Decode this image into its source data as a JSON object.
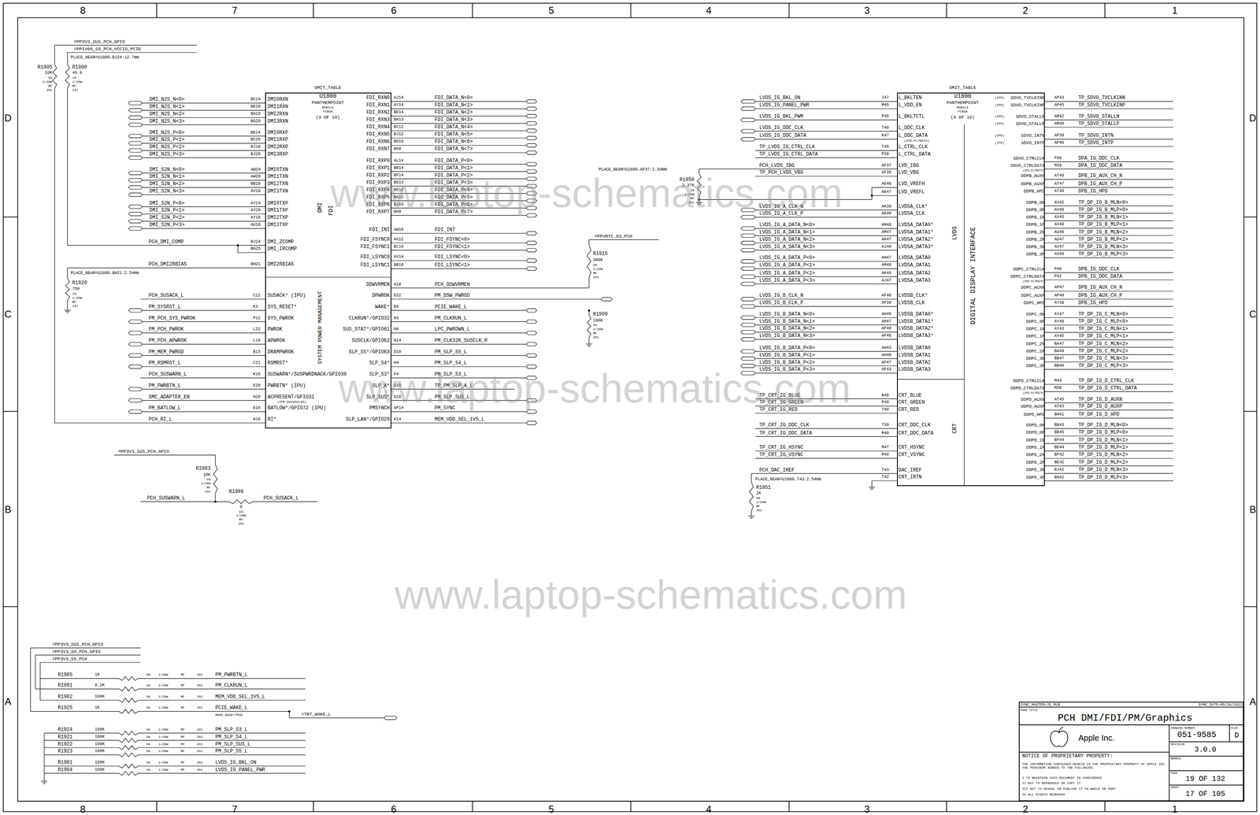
{
  "diagram": {
    "nodes": [
      {
        "text": [
          "OMIT_TABLE",
          "U1800",
          "PANTHERPOINT",
          "MOBILE",
          "FCBGA",
          "(3 OF 10)",
          "DMI",
          "FDI",
          "SYSTEM POWER MANAGEMENT",
          "DMI0RXN",
          "DMI1RXN",
          "DMI2RXN",
          "DMI3RXN",
          "DMI0RXP",
          "DMI1RXP",
          "DMI2RXP",
          "DMI3RXP",
          "DMI0TXN",
          "DMI1TXN",
          "DMI2TXN",
          "DMI3TXN",
          "DMI0TXP",
          "DMI1TXP",
          "DMI2TXP",
          "DMI3TXP",
          "DMI_ZCOMP",
          "DMI_IRCOMP",
          "DMI2RBIAS",
          "FDI_RXN0",
          "FDI_RXN1",
          "FDI_RXN2",
          "FDI_RXN3",
          "FDI_RXN4",
          "FDI_RXN5",
          "FDI_RXN6",
          "FDI_RXN7",
          "FDI_RXP0",
          "FDI_RXP1",
          "FDI_RXP2",
          "FDI_RXP3",
          "FDI_RXP4",
          "FDI_RXP5",
          "FDI_RXP6",
          "FDI_RXP7",
          "FDI_INT",
          "FDI_FSYNC0",
          "FDI_FSYNC1",
          "FDI_LSYNC0",
          "FDI_LSYNC1",
          "SUSACK* (IPU)",
          "SYS_RESET*",
          "SYS_PWROK",
          "PWROK",
          "APWROK",
          "DRAMPWROK",
          "RSMRST*",
          "SUSWARN*/SUSPWRDNACK/GPIO30",
          "PWRBTN* (IPU)",
          "ACPRESENT/GPIO31",
          "BATLOW*/GPIO72 (IPU)",
          "RI*",
          "(IPD-DeepS4/S5)",
          "DSWVRMEN",
          "DPWROK",
          "WAKE*",
          "CLKRUN*/GPIO32",
          "SUS_STAT*/GPIO61",
          "SUSCLK/GPIO62",
          "SLP_S5*/GPIO63",
          "SLP_S4*",
          "SLP_S3*",
          "SLP_A*",
          "SLP_SUS*",
          "PMSYNCH",
          "SLP_LAN*/GPIO29"
        ]
      },
      {
        "text": [
          "OMIT_TABLE",
          "U1800",
          "PANTHERPOINT",
          "MOBILE",
          "FCBGA",
          "(4 OF 10)",
          "LVDS",
          "CRT",
          "DIGITAL DISPLAY INTERFACE",
          "L_BKLTEN",
          "L_VDD_EN",
          "L_BKLTCTL",
          "L_DDC_CLK",
          "L_DDC_DATA",
          "L_CTRL_CLK",
          "L_CTRL_DATA",
          "LVD_IBG",
          "LVD_VBG",
          "LVD_VREFH",
          "LVD_VREFL",
          "(IPD-PLTRST#)",
          "LVDSA_CLK*",
          "LVDSA_CLK",
          "LVDSA_DATA0*",
          "LVDSA_DATA1*",
          "LVDSA_DATA2*",
          "LVDSA_DATA3*",
          "LVDSA_DATA0",
          "LVDSA_DATA1",
          "LVDSA_DATA2",
          "LVDSA_DATA3",
          "LVDSB_CLK*",
          "LVDSB_CLK",
          "LVDSB_DATA0*",
          "LVDSB_DATA1*",
          "LVDSB_DATA2*",
          "LVDSB_DATA3*",
          "LVDSB_DATA0",
          "LVDSB_DATA1",
          "LVDSB_DATA2",
          "LVDSB_DATA3",
          "CRT_BLUE",
          "CRT_GREEN",
          "CRT_RED",
          "CRT_DDC_CLK",
          "CRT_DDC_DATA",
          "CRT_HSYNC",
          "CRT_VSYNC",
          "DAC_IREF",
          "CRT_IRTN",
          "SDVO_TVCLKINN",
          "SDVO_TVCLKINP",
          "SDVO_STALLN",
          "SDVO_STALLP",
          "SDVO_INTN",
          "SDVO_INTP",
          "SDVO_CTRLCLK",
          "SDVO_CTRLDATA",
          "DDPB_AUXN",
          "DDPB_AUXP",
          "DDPB_HPD",
          "DDPB_0N",
          "DDPB_0P",
          "DDPB_1N",
          "DDPB_1P",
          "DDPB_2N",
          "DDPB_2P",
          "DDPB_3N",
          "DDPB_3P",
          "DDPC_CTRLCLK",
          "DDPC_CTRLDATA",
          "DDPC_AUXN",
          "DDPC_AUXP",
          "DDPC_HPD",
          "DDPC_0N",
          "DDPC_0P",
          "DDPC_1N",
          "DDPC_1P",
          "DDPC_2N",
          "DDPC_2P",
          "DDPC_3N",
          "DDPC_3P",
          "DDPD_CTRLCLK",
          "DDPD_CTRLDATA",
          "DDPD_AUXN",
          "DDPD_AUXP",
          "DDPD_HPD",
          "DDPD_0N",
          "DDPD_0P",
          "DDPD_1N",
          "DDPD_1P",
          "DDPD_2N",
          "DDPD_2P",
          "DDPD_3N",
          "DDPD_3P",
          "(IPD)",
          "(IPD)",
          "(IPD)",
          "(IPD)",
          "(IPD)",
          "(IPD)",
          "(IPD-PLTRST#)",
          "(IPD-PLTRST#)",
          "(IPD-PLTRST#)"
        ]
      },
      {
        "text": [
          "SYNC_MASTER=J5_MLB",
          "SYNC_DATE=05/26/2011",
          "PAGE TITLE",
          "PCH DMI/FDI/PM/Graphics",
          "Apple Inc.",
          "DRAWING NUMBER",
          "051-9585",
          "SIZE",
          "D",
          "REVISION",
          "3.0.0",
          "BRANCH",
          "PAGE",
          "19 OF 132",
          "SHEET",
          "17 OF 105",
          "NOTICE OF PROPRIETARY PROPERTY:",
          "THE INFORMATION CONTAINED HEREIN IS THE PROPRIETARY PROPERTY OF APPLE INC. THE POSESSOR AGREES TO THE FOLLOWING:",
          "I TO MAINTAIN THIS DOCUMENT IN CONFIDENCE",
          "II NOT TO REPRODUCE OR COPY IT",
          "III NOT TO REVEAL OR PUBLISH IT IN WHOLE OR PART",
          "IV ALL RIGHTS RESERVED"
        ]
      }
    ],
    "labels": [
      "8",
      "7",
      "6",
      "5",
      "4",
      "3",
      "2",
      "1",
      "8",
      "7",
      "6",
      "5",
      "4",
      "3",
      "2",
      "1",
      "D",
      "C",
      "B",
      "A",
      "D",
      "C",
      "B",
      "A",
      "=PP3V3_SUS_PCH_GPIO",
      "=PP1V05_S0_PCH_VCCIO_PCIE",
      "PLACE_NEAR=U1800.BJ24:12.7mm",
      "R1905",
      "10K",
      "5%",
      "1/20W",
      "MF",
      "201",
      "R1900",
      "49.9",
      "1%",
      "1/20W",
      "MF",
      "201",
      "DMI_N2S_N<0>",
      "DMI_N2S_N<1>",
      "DMI_N2S_N<2>",
      "DMI_N2S_N<3>",
      "DMI_N2S_P<0>",
      "DMI_N2S_P<1>",
      "DMI_N2S_P<2>",
      "DMI_N2S_P<3>",
      "DMI_S2N_N<0>",
      "DMI_S2N_N<1>",
      "DMI_S2N_N<2>",
      "DMI_S2N_N<3>",
      "DMI_S2N_P<0>",
      "DMI_S2N_P<1>",
      "DMI_S2N_P<2>",
      "DMI_S2N_P<3>",
      "BC24",
      "BE20",
      "BG18",
      "BG20",
      "BE24",
      "BC20",
      "BJ18",
      "BJ20",
      "AW24",
      "AW20",
      "BB18",
      "AV18",
      "AY24",
      "AY20",
      "AY18",
      "AU18",
      "PCH_DMI_COMP",
      "BJ24",
      "BG25",
      "PCH_DMI2RBIAS",
      "BH21",
      "PLACE_NEAR=U1800.BH21:2.54mm",
      "R1920",
      "750",
      "1%",
      "1/20W",
      "MF",
      "201",
      "PCH_SUSACK_L",
      "PM_SYSRST_L",
      "PM_PCH_SYS_PWROK",
      "PM_PCH_PWROK",
      "PM_PCH_APWROK",
      "PM_MEM_PWRGD",
      "PM_RSMRST_L",
      "PCH_SUSWARN_L",
      "PM_PWRBTN_L",
      "SMC_ADAPTER_EN",
      "PM_BATLOW_L",
      "PCH_RI_L",
      "C12",
      "K3",
      "P12",
      "L22",
      "L10",
      "B13",
      "C21",
      "K16",
      "E20",
      "H20",
      "E10",
      "A10",
      "FDI_DATA_N<0>",
      "FDI_DATA_N<1>",
      "FDI_DATA_N<2>",
      "FDI_DATA_N<3>",
      "FDI_DATA_N<4>",
      "FDI_DATA_N<5>",
      "FDI_DATA_N<6>",
      "FDI_DATA_N<7>",
      "FDI_DATA_P<0>",
      "FDI_DATA_P<1>",
      "FDI_DATA_P<2>",
      "FDI_DATA_P<3>",
      "FDI_DATA_P<4>",
      "FDI_DATA_P<5>",
      "FDI_DATA_P<6>",
      "FDI_DATA_P<7>",
      "FDI_INT",
      "FDI_FSYNC<0>",
      "FDI_FSYNC<1>",
      "FDI_LSYNC<0>",
      "FDI_LSYNC<1>",
      "AJ14",
      "AY14",
      "BE14",
      "BH13",
      "BC12",
      "BJ12",
      "BG10",
      "BG9",
      "AL14",
      "BB14",
      "BF14",
      "BG13",
      "BE12",
      "BG12",
      "BJ10",
      "BH9",
      "AW16",
      "AV12",
      "BC10",
      "AV14",
      "BB10",
      "PCH_DSWVRMEN",
      "PM_DSW_PWRGD",
      "PCIE_WAKE_L",
      "PM_CLKRUN_L",
      "LPC_PWRDWN_L",
      "PM_CLK32K_SUSCLK_R",
      "PM_SLP_S5_L",
      "PM_SLP_S4_L",
      "PM_SLP_S3_L",
      "TP_PM_SLP_A_L",
      "PM_SLP_SUS_L",
      "PM_SYNC",
      "MEM_VDD_SEL_1V5_L",
      "A18",
      "E22",
      "B9",
      "N3",
      "G8",
      "N14",
      "D10",
      "H4",
      "F4",
      "G10",
      "G16",
      "AP14",
      "K14",
      "=PPVRTC_G3_PCH",
      "R1915",
      "390K",
      "5%",
      "1/20W",
      "MF",
      "201",
      "R1909",
      "100K",
      "5%",
      "1/20W",
      "MF",
      "201",
      "=PP3V3_SUS_PCH_GPIO",
      "R1983",
      "10K",
      "5%",
      "1/20W",
      "MF",
      "201",
      "PCH_SUSWARN_L",
      "R1986",
      "0",
      "5%",
      "1/20W",
      "MF",
      "201",
      "PCH_SUSACK_L",
      "=PP3V3_SUS_PCH_GPIO",
      "=PP3V3_S0_PCH_GPIO",
      "=PP3V3_S5_PCH",
      "R1985",
      "R1991",
      "R1982",
      "R1925",
      "R1924",
      "R1921",
      "R1922",
      "R1923",
      "R1981",
      "R1984",
      "1K",
      "8.2K",
      "100K",
      "1K",
      "100K",
      "100K",
      "100K",
      "100K",
      "100K",
      "100K",
      "5%",
      "5%",
      "5%",
      "5%",
      "5%",
      "5%",
      "5%",
      "5%",
      "5%",
      "5%",
      "1/20W",
      "1/20W",
      "1/20W",
      "1/20W",
      "1/20W",
      "1/20W",
      "1/20W",
      "1/20W",
      "1/20W",
      "1/20W",
      "MF",
      "MF",
      "MF",
      "MF",
      "MF",
      "MF",
      "MF",
      "MF",
      "MF",
      "MF",
      "201",
      "201",
      "201",
      "201",
      "201",
      "201",
      "201",
      "201",
      "201",
      "201",
      "PM_PWRBTN_L",
      "PM_CLKRUN_L",
      "MEM_VDD_SEL_1V5_L",
      "PCIE_WAKE_L",
      "PM_SLP_S3_L",
      "PM_SLP_S4_L",
      "PM_SLP_SUS_L",
      "PM_SLP_S5_L",
      "LVDS_IG_BKL_ON",
      "LVDS_IG_PANEL_PWR",
      "MAKE_BASE=TRUE",
      "=TBT_WAKE_L",
      "LVDS_IG_BKL_ON",
      "LVDS_IG_PANEL_PWR",
      "LVDS_IG_BKL_PWM",
      "LVDS_IG_DDC_CLK",
      "LVDS_IG_DDC_DATA",
      "TP_LVDS_IG_CTRL_CLK",
      "TP_LVDS_IG_CTRL_DATA",
      "PCH_LVDS_IBG",
      "TP_PCH_LVDS_VBG",
      "LVDS_IG_A_CLK_N",
      "LVDS_IG_A_CLK_P",
      "LVDS_IG_A_DATA_N<0>",
      "LVDS_IG_A_DATA_N<1>",
      "LVDS_IG_A_DATA_N<2>",
      "LVDS_IG_A_DATA_N<3>",
      "LVDS_IG_A_DATA_P<0>",
      "LVDS_IG_A_DATA_P<1>",
      "LVDS_IG_A_DATA_P<2>",
      "LVDS_IG_A_DATA_P<3>",
      "LVDS_IG_B_CLK_N",
      "LVDS_IG_B_CLK_P",
      "LVDS_IG_B_DATA_N<0>",
      "LVDS_IG_B_DATA_N<1>",
      "LVDS_IG_B_DATA_N<2>",
      "LVDS_IG_B_DATA_N<3>",
      "LVDS_IG_B_DATA_P<0>",
      "LVDS_IG_B_DATA_P<1>",
      "LVDS_IG_B_DATA_P<2>",
      "LVDS_IG_B_DATA_P<3>",
      "TP_CRT_IG_BLUE",
      "TP_CRT_IG_GREEN",
      "TP_CRT_IG_RED",
      "TP_CRT_IG_DDC_CLK",
      "TP_CRT_IG_DDC_DATA",
      "TP_CRT_IG_HSYNC",
      "TP_CRT_IG_VSYNC",
      "PCH_DAC_IREF",
      "J47",
      "M45",
      "P45",
      "T40",
      "K47",
      "T45",
      "P39",
      "AF37",
      "AF36",
      "AE48",
      "AE47",
      "AK39",
      "AK40",
      "AN48",
      "AM47",
      "AK47",
      "AJ48",
      "AN47",
      "AM49",
      "AK49",
      "AJ47",
      "AF40",
      "AF39",
      "AH45",
      "AH47",
      "AF49",
      "AF45",
      "AH43",
      "AH49",
      "AF47",
      "AF43",
      "N48",
      "P49",
      "T49",
      "T39",
      "M40",
      "M47",
      "M49",
      "T43",
      "T42",
      "PLACE_NEAR=U1800.AF37:2.54mm",
      "R1950",
      "2.37K",
      "1%",
      "1/20W",
      "MF",
      "201",
      "PLACE_NEAR=U1800.T43:2.54mm",
      "R1951",
      "1K",
      "5%",
      "1/20W",
      "MF",
      "201",
      "TP_SDVO_TVCLKINN",
      "TP_SDVO_TVCLKINP",
      "TP_SDVO_STALLN",
      "TP_SDVO_STALLP",
      "TP_SDVO_INTN",
      "TP_SDVO_INTP",
      "DPA_IG_DDC_CLK",
      "DPA_IG_DDC_DATA",
      "DPB_IG_AUX_CH_N",
      "DPB_IG_AUX_CH_P",
      "DPB_IG_HPD",
      "TP_DP_IG_B_MLN<0>",
      "TP_DP_IG_B_MLP<0>",
      "TP_DP_IG_B_MLN<1>",
      "TP_DP_IG_B_MLP<1>",
      "TP_DP_IG_B_MLN<2>",
      "TP_DP_IG_B_MLP<2>",
      "TP_DP_IG_B_MLN<3>",
      "TP_DP_IG_B_MLP<3>",
      "DPB_IG_DDC_CLK",
      "DPB_IG_DDC_DATA",
      "DPB_IG_AUX_CH_N",
      "DPB_IG_AUX_CH_P",
      "DPB_IG_HPD",
      "TP_DP_IG_C_MLN<0>",
      "TP_DP_IG_C_MLP<0>",
      "TP_DP_IG_C_MLN<1>",
      "TP_DP_IG_C_MLP<1>",
      "TP_DP_IG_C_MLN<2>",
      "TP_DP_IG_C_MLP<2>",
      "TP_DP_IG_C_MLN<3>",
      "TP_DP_IG_C_MLP<3>",
      "TP_DP_IG_D_CTRL_CLK",
      "TP_DP_IG_D_CTRL_DATA",
      "TP_DP_IG_D_AUXN",
      "TP_DP_IG_D_AUXP",
      "TP_DP_IG_D_HPD",
      "TP_DP_IG_D_MLN<0>",
      "TP_DP_IG_D_MLP<0>",
      "TP_DP_IG_D_MLN<1>",
      "TP_DP_IG_D_MLP<1>",
      "TP_DP_IG_D_MLN<2>",
      "TP_DP_IG_D_MLP<2>",
      "TP_DP_IG_D_MLN<3>",
      "TP_DP_IG_D_MLP<3>",
      "AP43",
      "AP45",
      "AM42",
      "AM40",
      "AP39",
      "AP40",
      "P38",
      "M39",
      "AT49",
      "AT47",
      "AT40",
      "AV42",
      "AV40",
      "AV45",
      "AV46",
      "AU48",
      "AU47",
      "AV47",
      "AV49",
      "P46",
      "P42",
      "AP47",
      "AP49",
      "AT38",
      "AY47",
      "AY49",
      "AY43",
      "AY45",
      "BA47",
      "BA49",
      "BB47",
      "BB49",
      "M43",
      "M36",
      "AT45",
      "AT43",
      "BH41",
      "BB43",
      "BB45",
      "BF44",
      "BE44",
      "BF42",
      "BE42",
      "BJ42",
      "BG42",
      "www.laptop-schematics.com",
      "www.laptop-schematics.com",
      "www.laptop-schematics.com"
    ]
  }
}
